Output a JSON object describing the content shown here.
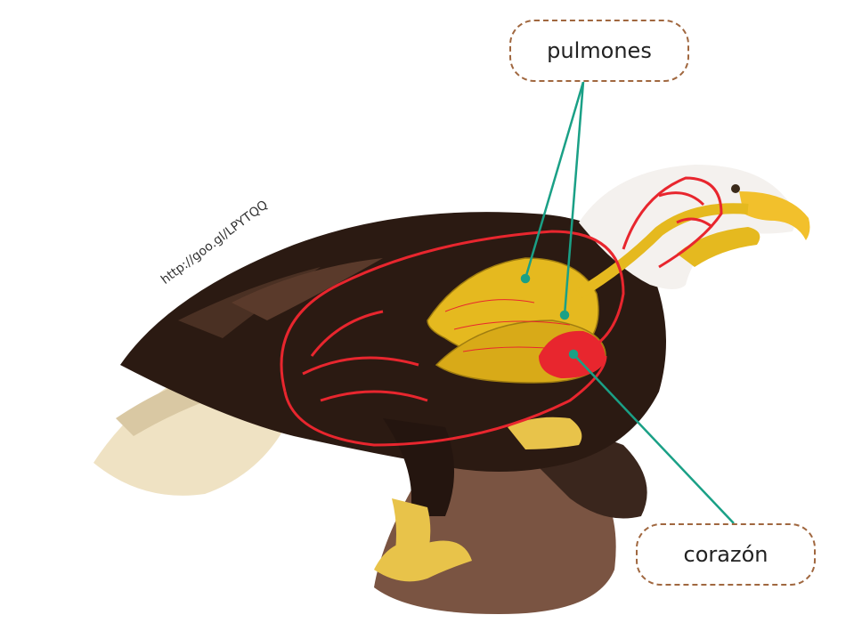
{
  "labels": {
    "lungs": "pulmones",
    "heart": "corazón"
  },
  "source_url": "http://goo.gl/LPYTQQ",
  "colors": {
    "leader_line": "#1aa086",
    "vessels": "#e8262e",
    "lungs_fill": "#e5b91f",
    "label_border": "#a0673f",
    "eagle_body": "#2b1a12",
    "eagle_head": "#f4f1ee",
    "beak": "#f2c02c"
  }
}
